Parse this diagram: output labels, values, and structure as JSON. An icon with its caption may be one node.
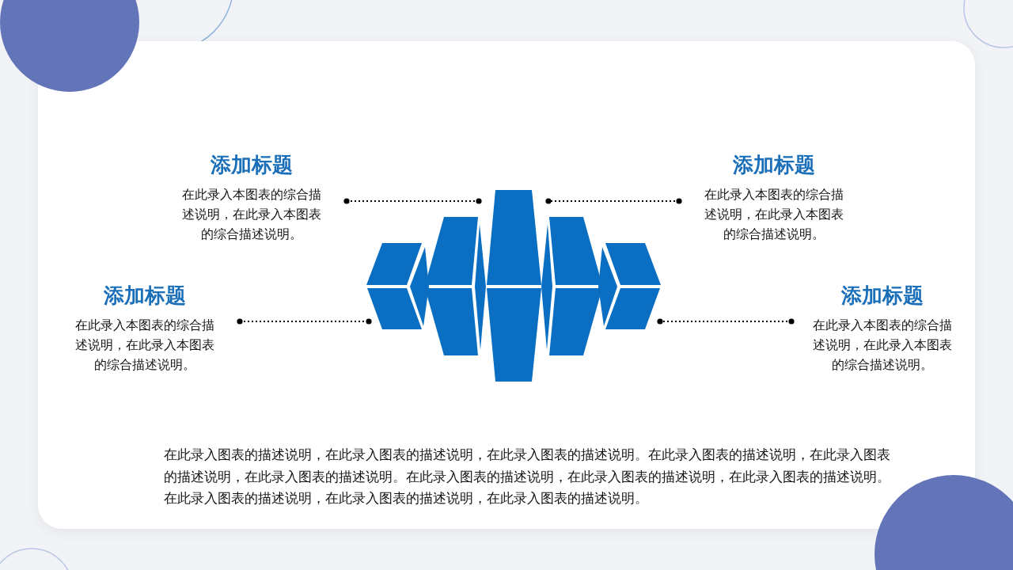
{
  "diagram": {
    "nodes": [
      {
        "text": [
          "添加标题",
          "在此录入本图表的综合描述说明，在此录入本图表的综合描述说明。"
        ]
      },
      {
        "text": [
          "添加标题",
          "在此录入本图表的综合描述说明，在此录入本图表的综合描述说明。"
        ]
      },
      {
        "text": [
          "添加标题",
          "在此录入本图表的综合描述说明，在此录入本图表的综合描述说明。"
        ]
      },
      {
        "text": [],
        "shape": "picture"
      },
      {
        "text": [
          "添加标题",
          "在此录入本图表的综合描述说明，在此录入本图表的综合描述说明。"
        ]
      }
    ],
    "edges": [
      {
        "from": 0,
        "to": 3,
        "arrow": "other",
        "style": "dashed"
      },
      {
        "from": 1,
        "to": 3,
        "arrow": "other",
        "style": "dashed"
      },
      {
        "from": 2,
        "to": 3,
        "arrow": "other",
        "style": "dashed"
      },
      {
        "from": 4,
        "to": 3,
        "arrow": "other",
        "style": "dashed"
      }
    ],
    "labels": [
      "在此录入图表的描述说明，在此录入图表的描述说明，在此录入图表的描述说明。在此录入图表的描述说明，在此录入图表的描述说明，在此录入图表的描述说明。在此录入图表的描述说明，在此录入图表的描述说明，在此录入图表的描述说明。在此录入图表的描述说明，在此录入图表的描述说明，在此录入图表的描述说明。"
    ]
  }
}
